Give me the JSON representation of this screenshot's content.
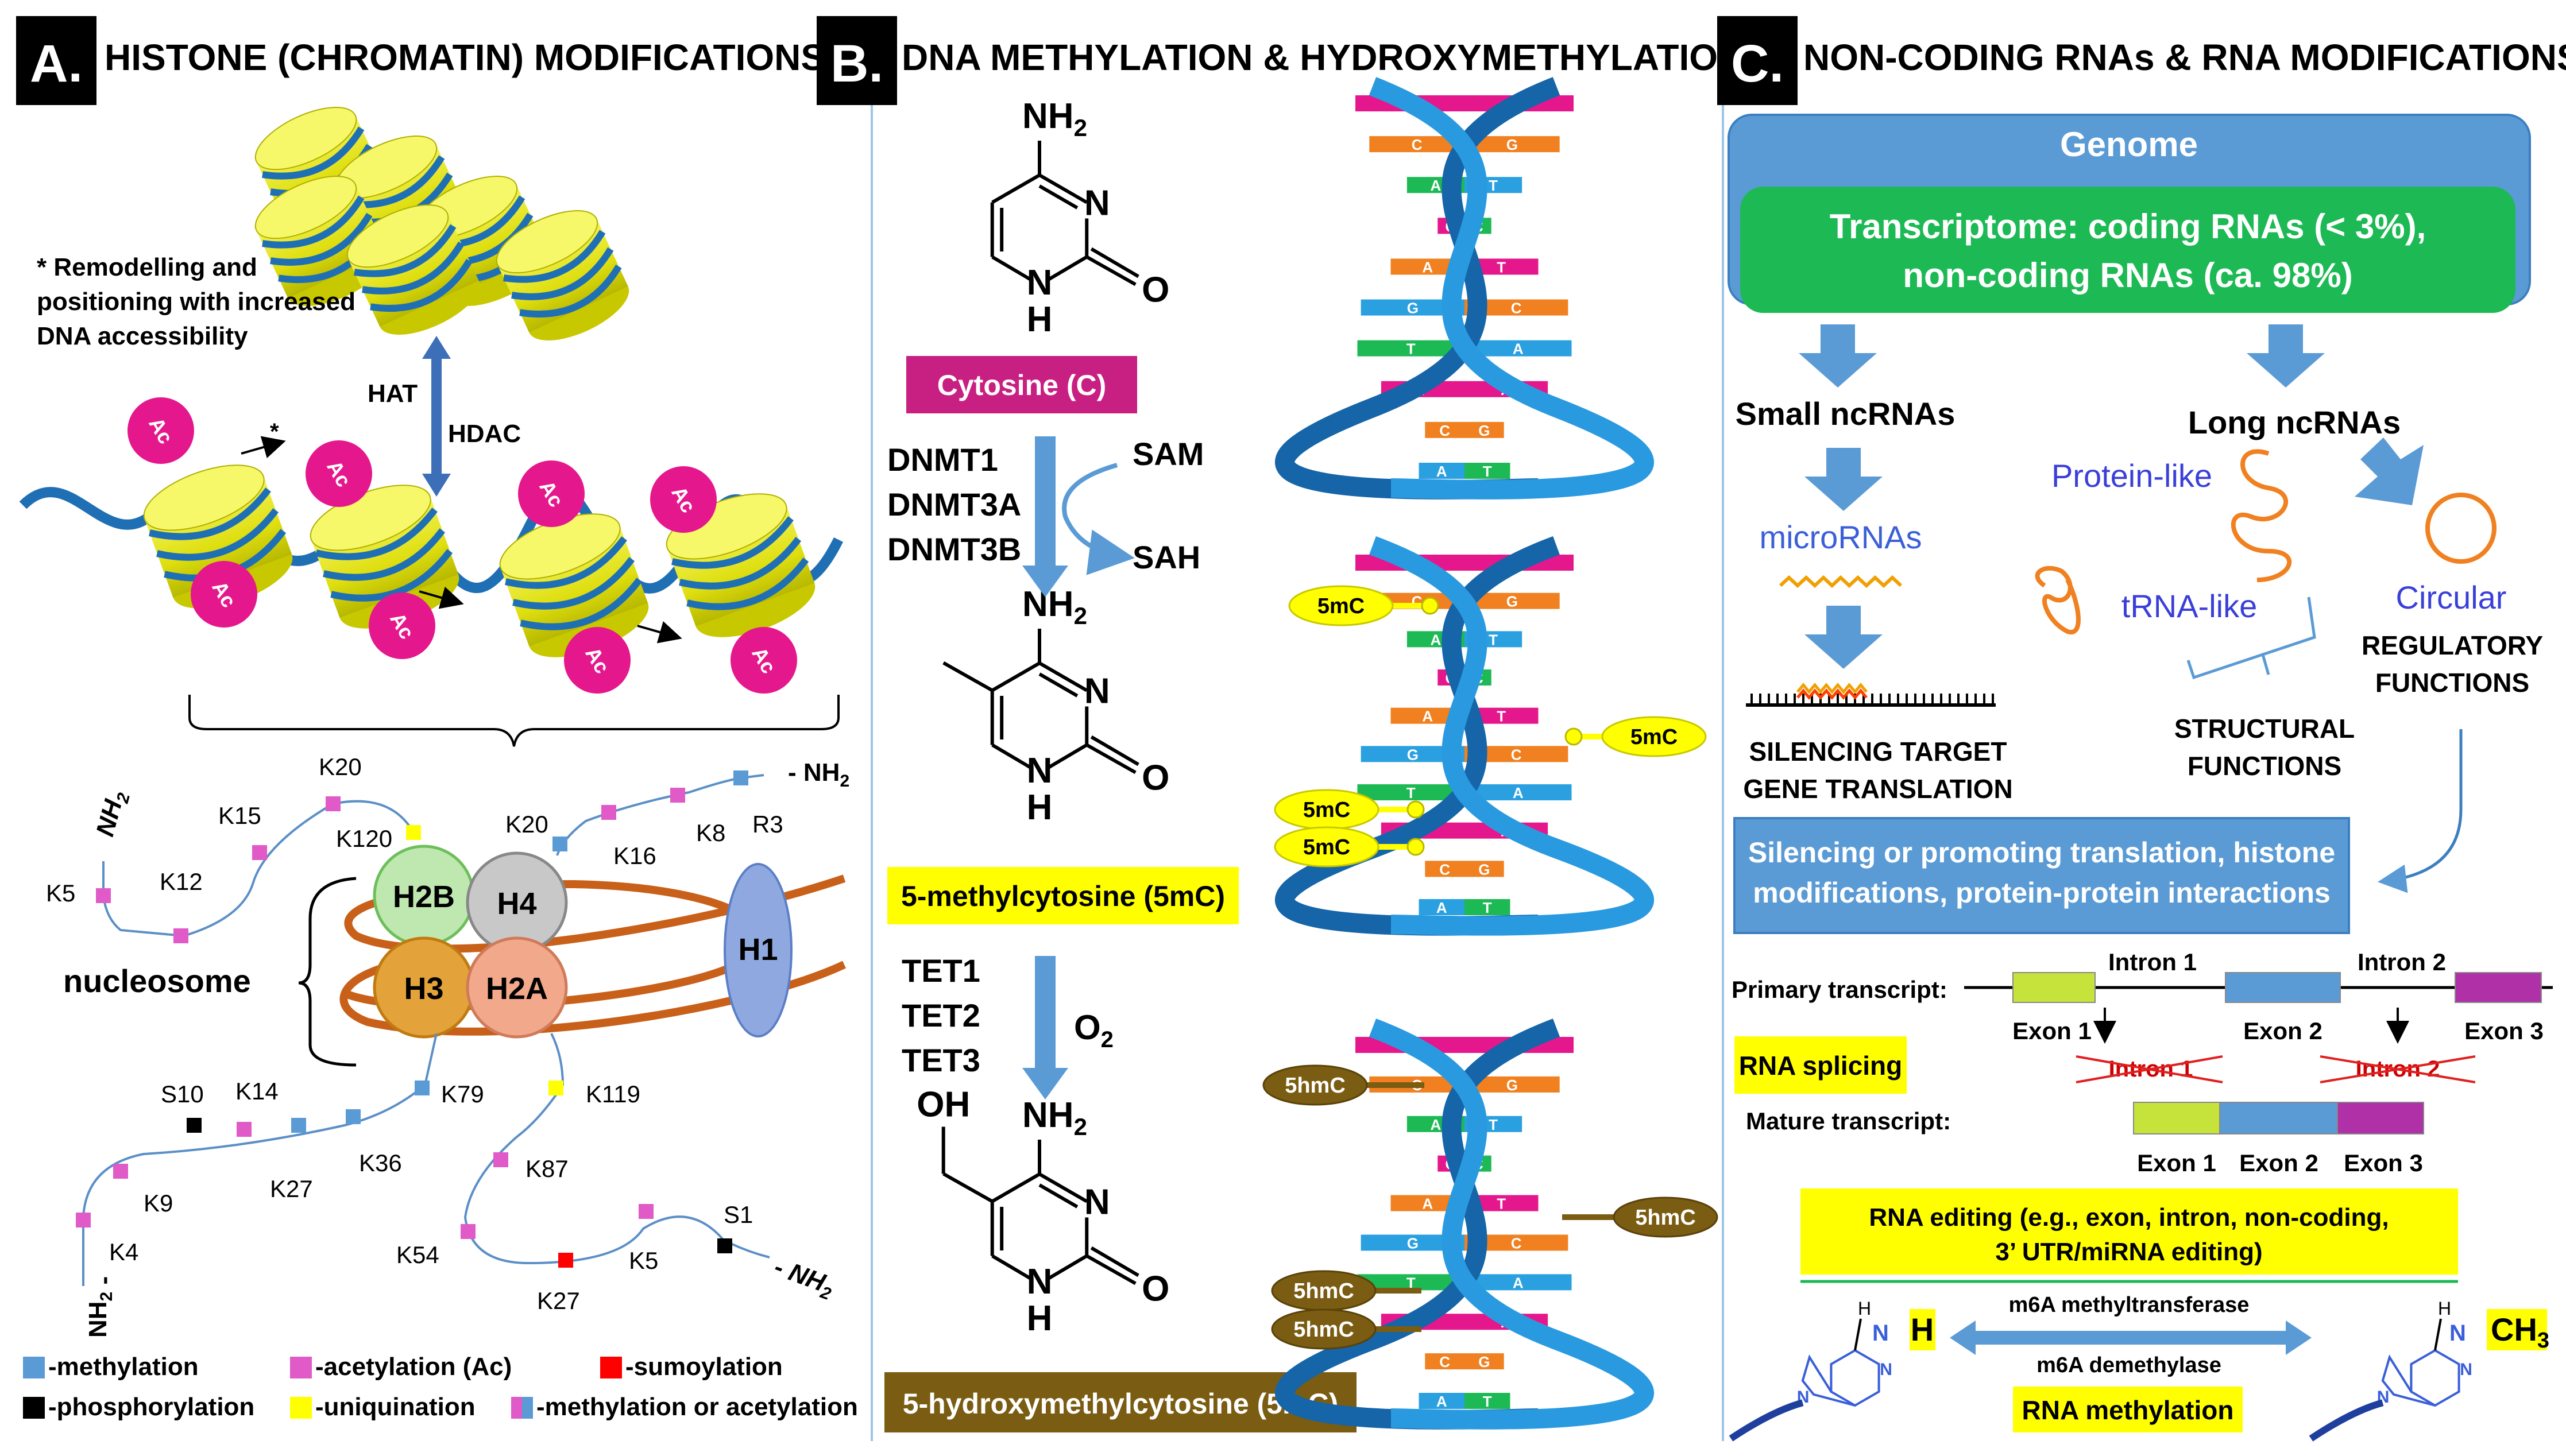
{
  "panelA": {
    "letter": "A.",
    "title": "HISTONE (CHROMATIN) MODIFICATIONS",
    "remodel_note": "* Remodelling and\npositioning with increased\nDNA accessibility",
    "hat": "HAT",
    "hdac": "HDAC",
    "ac": "Ac",
    "star": "*",
    "histones": [
      "H2B",
      "H4",
      "H3",
      "H2A",
      "H1"
    ],
    "nucleosome": "nucleosome",
    "nh2": "NH",
    "nh2_sub": "2",
    "residues": [
      "K5",
      "K12",
      "K15",
      "K20",
      "K120",
      "K20",
      "K16",
      "K8",
      "R3",
      "S10",
      "K14",
      "K9",
      "K27",
      "K36",
      "K79",
      "K4",
      "K119",
      "K87",
      "K54",
      "K27",
      "K5",
      "S1"
    ],
    "legend": [
      {
        "color": "#5b9bd5",
        "label": "-methylation"
      },
      {
        "color": "#e05ac8",
        "label": "-acetylation  (Ac)"
      },
      {
        "color": "#ff0000",
        "label": "-sumoylation"
      },
      {
        "color": "#000000",
        "label": "-phosphorylation"
      },
      {
        "color": "#ffff00",
        "label": "-uniquination"
      },
      {
        "color": "#e05ac8",
        "label": "-methylation  or acetylation"
      }
    ]
  },
  "panelB": {
    "letter": "B.",
    "title": "DNA METHYLATION & HYDROXYMETHYLATION",
    "cytosine": "Cytosine (C)",
    "dnmt": [
      "DNMT1",
      "DNMT3A",
      "DNMT3B"
    ],
    "sam": "SAM",
    "sah": "SAH",
    "mc5": "5-methylcytosine (5mC)",
    "tet": [
      "TET1",
      "TET2",
      "TET3"
    ],
    "o2": "O",
    "o2_sub": "2",
    "hmc5": "5-hydroxymethylcytosine (5mC)",
    "tag_5mC": "5mC",
    "tag_5hmC": "5hmC",
    "atoms": {
      "nh2": "NH",
      "two": "2",
      "n": "N",
      "h": "H",
      "o": "O",
      "oh": "OH"
    },
    "bases": [
      "T",
      "A",
      "C",
      "G",
      "A",
      "T",
      "G",
      "C",
      "A",
      "T",
      "G",
      "C",
      "T",
      "A"
    ]
  },
  "panelC": {
    "letter": "C.",
    "title": "NON-CODING  RNAs & RNA MODIFICATIONS",
    "genome": "Genome",
    "transcriptome_1": "Transcriptome: coding RNAs (< 3%),",
    "transcriptome_2": "non-coding RNAs (ca. 98%)",
    "small": "Small ncRNAs",
    "long": "Long ncRNAs",
    "microrna": "microRNAs",
    "protein_like": "Protein-like",
    "trna_like": "tRNA-like",
    "circular": "Circular",
    "silencing": "SILENCING TARGET\nGENE TRANSLATION",
    "structural": "STRUCTURAL\nFUNCTIONS",
    "regulatory": "REGULATORY\nFUNCTIONS",
    "box_1": "Silencing or promoting translation, histone",
    "box_2": "modifications, protein-protein interactions",
    "primary": "Primary transcript:",
    "intron1": "Intron 1",
    "intron2": "Intron 2",
    "exon1": "Exon 1",
    "exon2": "Exon 2",
    "exon3": "Exon 3",
    "splicing": "RNA splicing",
    "mature": "Mature transcript:",
    "editing_1": "RNA editing (e.g., exon, intron, non-coding,",
    "editing_2": "3’ UTR/miRNA editing)",
    "m6a_mt": "m6A methyltransferase",
    "m6a_dm": "m6A demethylase",
    "methylation": "RNA methylation",
    "h": "H",
    "ch3": "CH",
    "ch3_sub": "3"
  },
  "colors": {
    "accent_blue": "#5b9bd5",
    "green": "#1db954",
    "magenta": "#e5178c",
    "yellow": "#ffff00",
    "brown": "#7a5c12",
    "cytosine_box": "#c81f82",
    "nucleosome_yellow": "#eeee22",
    "dna_blue": "#1f6fb5",
    "chromatin_orange": "#c8601a"
  }
}
